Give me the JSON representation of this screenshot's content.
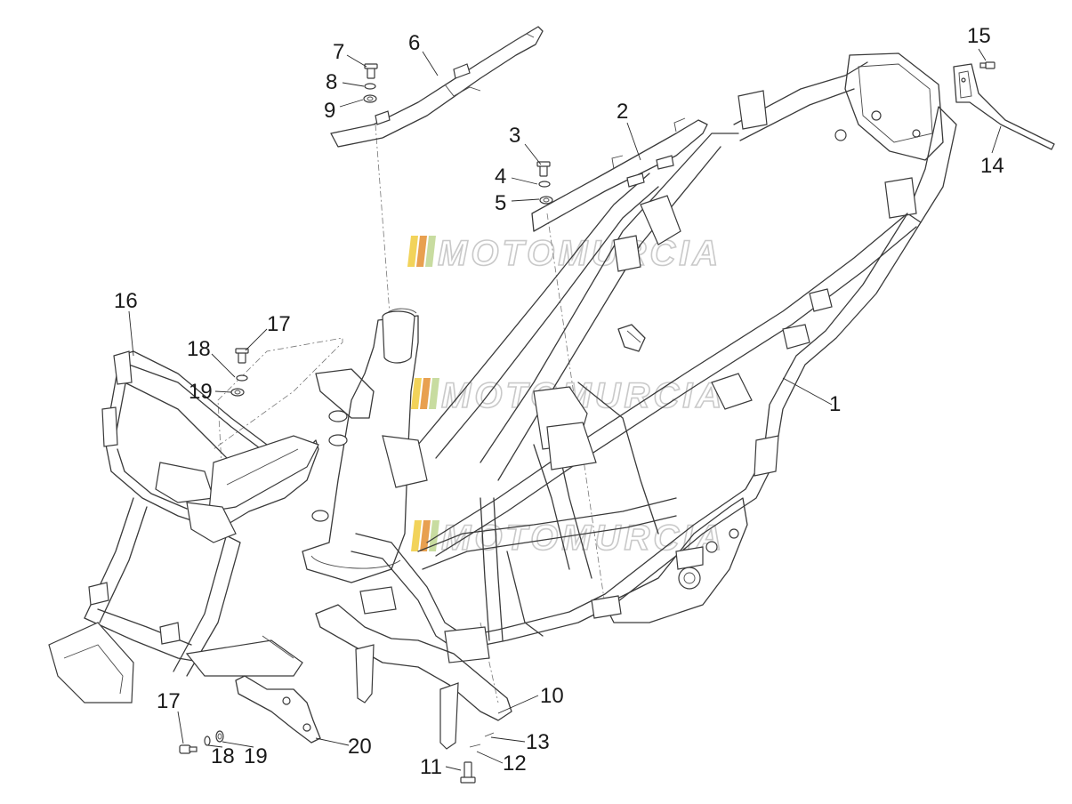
{
  "watermark": {
    "text": "MOTOMURCIA",
    "stripe_colors": [
      "#f2d35a",
      "#e8a050",
      "#c8dca0",
      "#e07a7a"
    ],
    "outline_color": "#c9c9c9"
  },
  "callouts": [
    "1",
    "2",
    "3",
    "4",
    "5",
    "6",
    "7",
    "8",
    "9",
    "10",
    "11",
    "12",
    "13",
    "14",
    "15",
    "16",
    "17",
    "18",
    "19",
    "20"
  ],
  "callout_repeats": {
    "17b": "17",
    "18b": "18",
    "19b": "19"
  },
  "line_color": "#3a3a3a"
}
